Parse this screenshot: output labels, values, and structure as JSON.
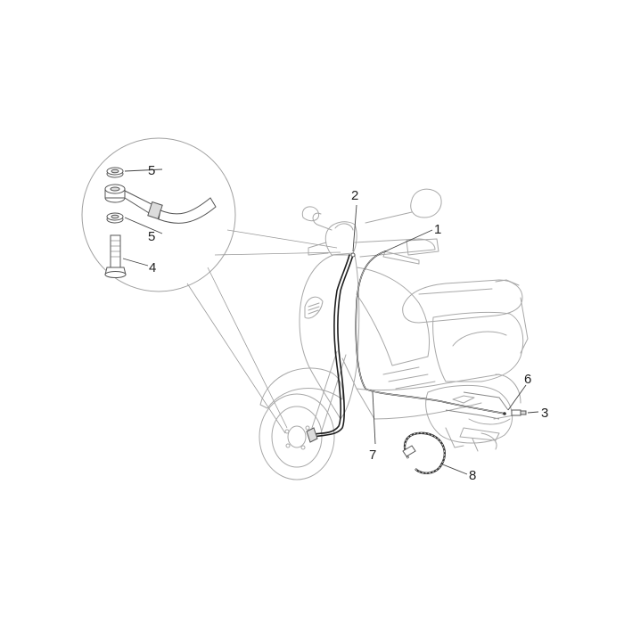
{
  "callouts": [
    {
      "id": "1",
      "label": "1"
    },
    {
      "id": "2",
      "label": "2"
    },
    {
      "id": "3",
      "label": "3"
    },
    {
      "id": "4",
      "label": "4"
    },
    {
      "id": "5a",
      "label": "5"
    },
    {
      "id": "5b",
      "label": "5"
    },
    {
      "id": "6",
      "label": "6"
    },
    {
      "id": "7",
      "label": "7"
    },
    {
      "id": "8",
      "label": "8"
    }
  ]
}
